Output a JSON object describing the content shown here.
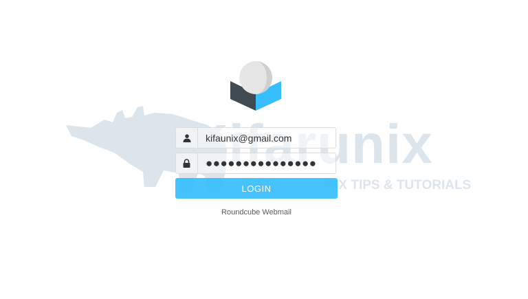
{
  "watermark": {
    "brand": "Kifarunix",
    "tagline": "*NIX TIPS & TUTORIALS",
    "color": "#dde5ec"
  },
  "logo": {
    "icon": "roundcube-logo-icon",
    "colors": {
      "dark": "#3f4a52",
      "accent": "#37beff",
      "ball": "#e8e8e8"
    }
  },
  "login_form": {
    "username": {
      "icon": "user-icon",
      "value": "kifaunix@gmail.com"
    },
    "password": {
      "icon": "lock-icon",
      "value": "●●●●●●●●●●●●●●●"
    },
    "submit_label": "LOGIN",
    "accent_color": "#37beff"
  },
  "footer": {
    "product_name": "Roundcube Webmail"
  }
}
